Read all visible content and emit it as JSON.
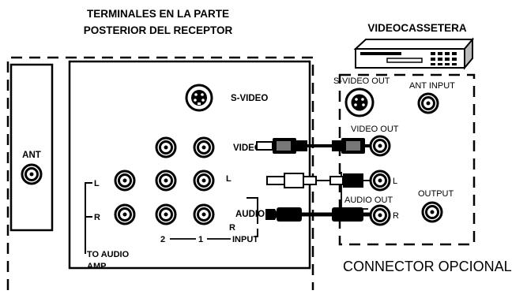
{
  "receiver": {
    "title_line1": "TERMINALES EN LA PARTE",
    "title_line2": "POSTERIOR DEL RECEPTOR",
    "ant_label": "ANT",
    "svideo_label": "S-VIDEO",
    "video_label": "VIDEO",
    "audio_label": "AUDIO",
    "l_label": "L",
    "r_label": "R",
    "l_side_label": "L",
    "r_side_label": "R",
    "input2_label": "2",
    "input1_label": "1",
    "input_label": "INPUT",
    "to_audio_line1": "TO AUDIO",
    "to_audio_line2": "AMP"
  },
  "vcr": {
    "title": "VIDEOCASSETERA",
    "svideo_out_label": "S-VIDEO OUT",
    "ant_input_label": "ANT INPUT",
    "video_out_label": "VIDEO OUT",
    "audio_out_label": "AUDIO OUT",
    "l_label": "L",
    "r_label": "R",
    "output_label": "OUTPUT"
  },
  "footer": {
    "optional_label": "CONNECTOR OPCIONAL"
  }
}
